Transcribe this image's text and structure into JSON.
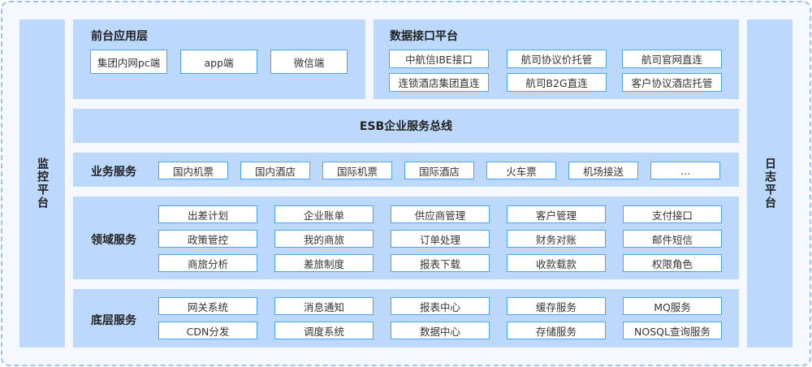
{
  "left_label": "监控平台",
  "right_label": "日志平台",
  "frontend": {
    "title": "前台应用层",
    "items": [
      "集团内网pc端",
      "app端",
      "微信端"
    ]
  },
  "data_interface": {
    "title": "数据接口平台",
    "items": [
      "中航信IBE接口",
      "航司协议价托管",
      "航司官网直连",
      "连锁酒店集团直连",
      "航司B2G直连",
      "客户协议酒店托管"
    ]
  },
  "esb": "ESB企业服务总线",
  "business": {
    "title": "业务服务",
    "items": [
      "国内机票",
      "国内酒店",
      "国际机票",
      "国际酒店",
      "火车票",
      "机场接送",
      "..."
    ]
  },
  "domain": {
    "title": "领域服务",
    "items": [
      "出差计划",
      "企业账单",
      "供应商管理",
      "客户管理",
      "支付接口",
      "政策管控",
      "我的商旅",
      "订单处理",
      "财务对账",
      "邮件短信",
      "商旅分析",
      "差旅制度",
      "报表下载",
      "收款载款",
      "权限角色"
    ]
  },
  "base": {
    "title": "底层服务",
    "items": [
      "网关系统",
      "消息通知",
      "报表中心",
      "缓存服务",
      "MQ服务",
      "CDN分发",
      "调度系统",
      "数据中心",
      "存储服务",
      "NOSQL查询服务"
    ]
  }
}
